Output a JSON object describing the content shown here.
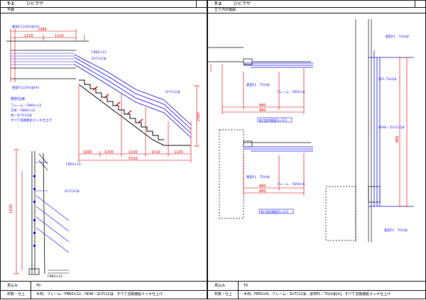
{
  "left": {
    "code": "T-1",
    "title": "ひビラザ",
    "view_label": "平面",
    "footer": {
      "label1": "見込み",
      "value1": "T0",
      "label2": "材質・仕上",
      "value2": "木材、フレーム・FB60×12、HDW・ZnT(12)β　すべて溶融亜鉛メッキ仕上げ"
    }
  },
  "right": {
    "code": "T-2",
    "title": "ひビラザ",
    "view_label": "立て内外面図",
    "footer": {
      "label1": "見込み",
      "value1": "T0",
      "label2": "材質・仕上",
      "value2": "木材、FB50×6、フレーム・ZnT(12)β、窓材FL・TG(t)β[※]、すべて溶融亜鉛メッキ仕上げ"
    }
  },
  "dims": {
    "top_total": "2385",
    "top_a": "1210",
    "top_b": "1210",
    "bottom": [
      "1000",
      "1000",
      "1100",
      "1010",
      "1100"
    ],
    "bottom_total": "5310",
    "right_v": "2360",
    "section_a": "880",
    "section_b": "880",
    "elev_v": "1500"
  },
  "notes": {
    "note1": "亜鉛FL120(t)β[※]",
    "note2": "FB60×12",
    "note3": "ZnT(12)β",
    "note4": "亜鉛FL120(t)β[※]",
    "note5": "FB60×12",
    "note6": "ZnT(12)β",
    "parts_head": "部材仕様",
    "parts_1": "フレーム・FB60×12",
    "parts_2": "方杖・FB60×12",
    "parts_3": "柱・ZnT(12)β",
    "parts_4": "すべて溶融亜鉛メッキ仕上げ",
    "callout_a": "亜鉛FL　TG(t)β",
    "callout_b": "フレーム　FB50×6",
    "callout_c": "窓FL TG(t)β",
    "callout_d": "HDW・ZnT(12)β",
    "stamp_1": "取付部詳細図(S=1/2)",
    "stamp_2": "取付部詳細図(S=1/2)",
    "elev_label": "FB50×12"
  },
  "colors": {
    "line": "#1a1aff",
    "dim": "#e00000",
    "black": "#111111"
  }
}
